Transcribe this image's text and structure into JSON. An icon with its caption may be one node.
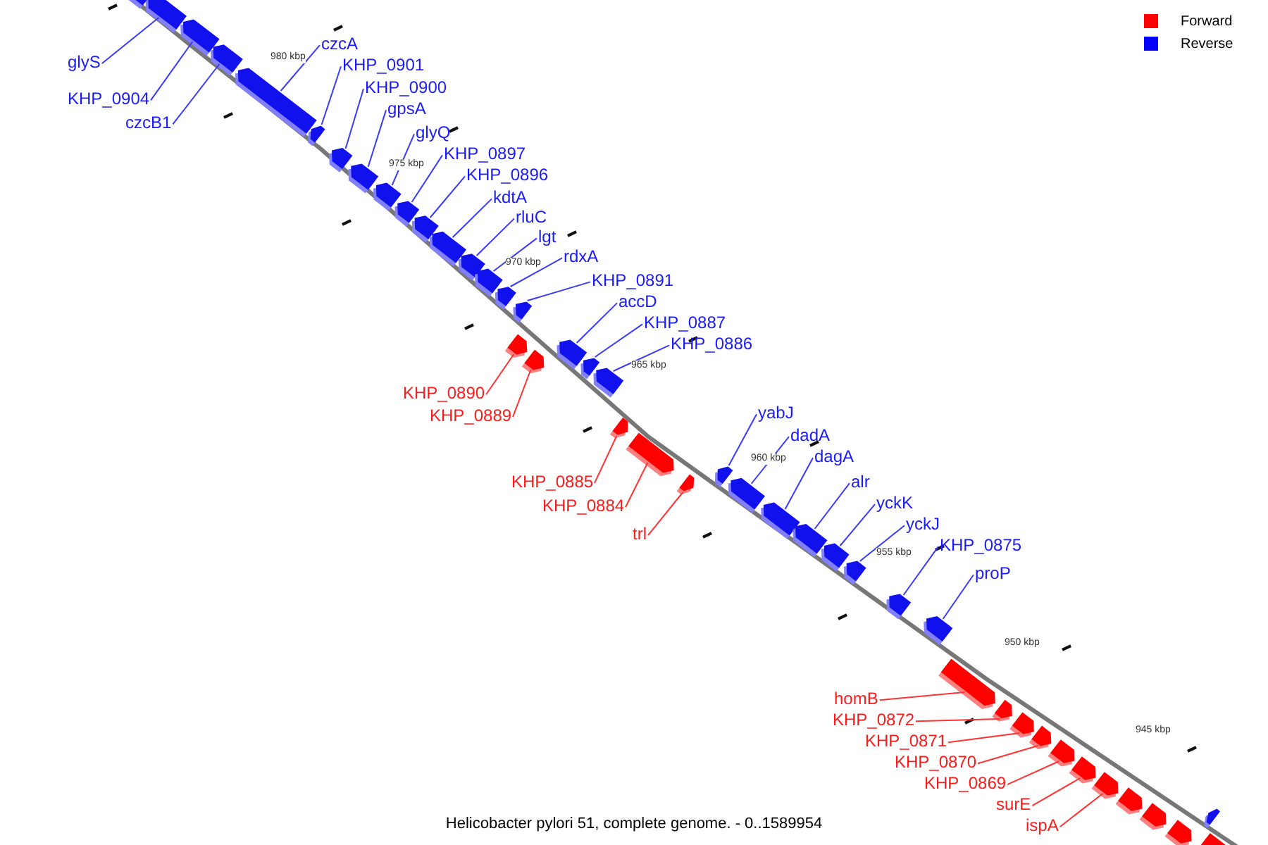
{
  "diagram": {
    "caption": "Helicobacter pylori 51, complete genome. - 0..1589954",
    "nodes": [
      {
        "text": [
          "glyS"
        ]
      },
      {
        "text": [
          "KHP_0904"
        ]
      },
      {
        "text": [
          "czcB1"
        ]
      },
      {
        "text": [
          "czcA"
        ]
      },
      {
        "text": [
          "KHP_0901"
        ]
      },
      {
        "text": [
          "KHP_0900"
        ]
      },
      {
        "text": [
          "gpsA"
        ]
      },
      {
        "text": [
          "glyQ"
        ]
      },
      {
        "text": [
          "KHP_0897"
        ]
      },
      {
        "text": [
          "KHP_0896"
        ]
      },
      {
        "text": [
          "kdtA"
        ]
      },
      {
        "text": [
          "rluC"
        ]
      },
      {
        "text": [
          "lgt"
        ]
      },
      {
        "text": [
          "rdxA"
        ]
      },
      {
        "text": [
          "KHP_0891"
        ]
      },
      {
        "text": [
          "accD"
        ]
      },
      {
        "text": [
          "KHP_0887"
        ]
      },
      {
        "text": [
          "KHP_0886"
        ]
      },
      {
        "text": [
          "KHP_0890"
        ]
      },
      {
        "text": [
          "KHP_0889"
        ]
      },
      {
        "text": [
          "KHP_0885"
        ]
      },
      {
        "text": [
          "KHP_0884"
        ]
      },
      {
        "text": [
          "trl"
        ]
      },
      {
        "text": [
          "yabJ"
        ]
      },
      {
        "text": [
          "dadA"
        ]
      },
      {
        "text": [
          "dagA"
        ]
      },
      {
        "text": [
          "alr"
        ]
      },
      {
        "text": [
          "yckK"
        ]
      },
      {
        "text": [
          "yckJ"
        ]
      },
      {
        "text": [
          "KHP_0875"
        ]
      },
      {
        "text": [
          "proP"
        ]
      },
      {
        "text": [
          "homB"
        ]
      },
      {
        "text": [
          "KHP_0872"
        ]
      },
      {
        "text": [
          "KHP_0871"
        ]
      },
      {
        "text": [
          "KHP_0870"
        ]
      },
      {
        "text": [
          "KHP_0869"
        ]
      },
      {
        "text": [
          "surE"
        ]
      },
      {
        "text": [
          "ispA"
        ]
      },
      {
        "text": [],
        "shape": "arrow"
      },
      {
        "text": [],
        "shape": "arrow"
      },
      {
        "text": [],
        "shape": "arrow"
      },
      {
        "text": [],
        "shape": "arrow"
      },
      {
        "text": [],
        "shape": "arrow"
      },
      {
        "text": [],
        "shape": "arrow"
      },
      {
        "text": [],
        "shape": "arrow"
      },
      {
        "text": [],
        "shape": "arrow"
      },
      {
        "text": [],
        "shape": "arrow"
      },
      {
        "text": [],
        "shape": "arrow"
      },
      {
        "text": [],
        "shape": "arrow"
      },
      {
        "text": [],
        "shape": "arrow"
      },
      {
        "text": [],
        "shape": "arrow"
      },
      {
        "text": [],
        "shape": "arrow"
      },
      {
        "text": [],
        "shape": "arrow"
      },
      {
        "text": [],
        "shape": "arrow"
      },
      {
        "text": [],
        "shape": "arrow"
      },
      {
        "text": [],
        "shape": "arrow"
      },
      {
        "text": [],
        "shape": "arrow"
      },
      {
        "text": [],
        "shape": "arrow"
      },
      {
        "text": [],
        "shape": "arrow"
      },
      {
        "text": [],
        "shape": "arrow"
      },
      {
        "text": [],
        "shape": "arrow"
      },
      {
        "text": [],
        "shape": "arrow"
      },
      {
        "text": [],
        "shape": "arrow"
      },
      {
        "text": [],
        "shape": "arrow"
      },
      {
        "text": [],
        "shape": "arrow"
      },
      {
        "text": [],
        "shape": "arrow"
      },
      {
        "text": [],
        "shape": "arrow"
      },
      {
        "text": [],
        "shape": "arrow"
      },
      {
        "text": [],
        "shape": "arrow"
      },
      {
        "text": [],
        "shape": "arrow"
      },
      {
        "text": [],
        "shape": "arrow"
      },
      {
        "text": [],
        "shape": "arrow"
      },
      {
        "text": [],
        "shape": "arrow"
      },
      {
        "text": [],
        "shape": "arrow"
      },
      {
        "text": [],
        "shape": "arrow"
      },
      {
        "text": [],
        "shape": "arrow"
      },
      {
        "text": [],
        "shape": "arrow"
      },
      {
        "text": [],
        "shape": "arrow"
      },
      {
        "text": [],
        "shape": "arrow"
      },
      {
        "text": [],
        "shape": "arrow"
      },
      {
        "text": [],
        "shape": "arrow"
      },
      {
        "text": [],
        "shape": "arrow"
      }
    ],
    "edges": [
      {
        "from": 0,
        "to": 38,
        "arrow": "none"
      },
      {
        "from": 1,
        "to": 39,
        "arrow": "none"
      },
      {
        "from": 2,
        "to": 40,
        "arrow": "none"
      },
      {
        "from": 3,
        "to": 41,
        "arrow": "none"
      },
      {
        "from": 4,
        "to": 42,
        "arrow": "none"
      },
      {
        "from": 5,
        "to": 43,
        "arrow": "none"
      },
      {
        "from": 6,
        "to": 44,
        "arrow": "none"
      },
      {
        "from": 7,
        "to": 45,
        "arrow": "none"
      },
      {
        "from": 8,
        "to": 46,
        "arrow": "none"
      },
      {
        "from": 9,
        "to": 47,
        "arrow": "none"
      },
      {
        "from": 10,
        "to": 48,
        "arrow": "none"
      },
      {
        "from": 11,
        "to": 49,
        "arrow": "none"
      },
      {
        "from": 12,
        "to": 50,
        "arrow": "none"
      },
      {
        "from": 13,
        "to": 51,
        "arrow": "none"
      },
      {
        "from": 14,
        "to": 52,
        "arrow": "none"
      },
      {
        "from": 15,
        "to": 53,
        "arrow": "none"
      },
      {
        "from": 16,
        "to": 54,
        "arrow": "none"
      },
      {
        "from": 17,
        "to": 55,
        "arrow": "none"
      },
      {
        "from": 18,
        "to": 56,
        "arrow": "none",
        "color": "#ff3333"
      },
      {
        "from": 19,
        "to": 57,
        "arrow": "none",
        "color": "#ff3333"
      },
      {
        "from": 20,
        "to": 58,
        "arrow": "none",
        "color": "#ff3333"
      },
      {
        "from": 21,
        "to": 59,
        "arrow": "none",
        "color": "#ff3333"
      },
      {
        "from": 22,
        "to": 60,
        "arrow": "none",
        "color": "#ff3333"
      },
      {
        "from": 23,
        "to": 61,
        "arrow": "none"
      },
      {
        "from": 24,
        "to": 62,
        "arrow": "none"
      },
      {
        "from": 25,
        "to": 63,
        "arrow": "none"
      },
      {
        "from": 26,
        "to": 64,
        "arrow": "none"
      },
      {
        "from": 27,
        "to": 65,
        "arrow": "none"
      },
      {
        "from": 28,
        "to": 66,
        "arrow": "none"
      },
      {
        "from": 29,
        "to": 67,
        "arrow": "none"
      },
      {
        "from": 30,
        "to": 68,
        "arrow": "none"
      },
      {
        "from": 31,
        "to": 69,
        "arrow": "none",
        "color": "#ff3333"
      },
      {
        "from": 32,
        "to": 70,
        "arrow": "none",
        "color": "#ff3333"
      },
      {
        "from": 33,
        "to": 71,
        "arrow": "none",
        "color": "#ff3333"
      },
      {
        "from": 34,
        "to": 72,
        "arrow": "none",
        "color": "#ff3333"
      },
      {
        "from": 35,
        "to": 73,
        "arrow": "none",
        "color": "#ff3333"
      },
      {
        "from": 36,
        "to": 74,
        "arrow": "none",
        "color": "#ff3333"
      },
      {
        "from": 37,
        "to": 75,
        "arrow": "none",
        "color": "#ff3333"
      }
    ],
    "labels": [
      "980 kbp",
      "975 kbp",
      "970 kbp",
      "965 kbp",
      "960 kbp",
      "955 kbp",
      "950 kbp",
      "945 kbp"
    ],
    "legend": [
      {
        "text": "Forward",
        "color": "#ff0000"
      },
      {
        "text": "Reverse",
        "color": "#0000ff"
      }
    ]
  }
}
